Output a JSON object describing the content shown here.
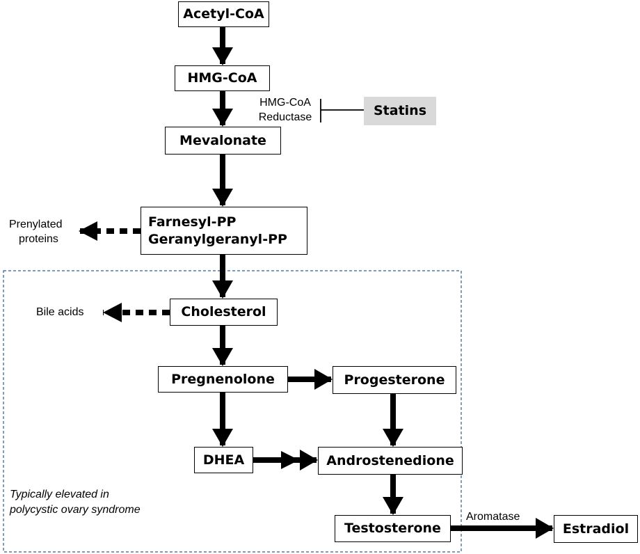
{
  "nodes": {
    "acetyl_coa": "Acetyl-CoA",
    "hmg_coa": "HMG-CoA",
    "mevalonate": "Mevalonate",
    "farnesyl_pp": "Farnesyl-PP",
    "geranylgeranyl_pp": "Geranylgeranyl-PP",
    "cholesterol": "Cholesterol",
    "pregnenolone": "Pregnenolone",
    "progesterone": "Progesterone",
    "dhea": "DHEA",
    "androstenedione": "Androstenedione",
    "testosterone": "Testosterone",
    "estradiol": "Estradiol",
    "statins": "Statins"
  },
  "labels": {
    "enzyme_line1": "HMG-CoA",
    "enzyme_line2": "Reductase",
    "prenylated_line1": "Prenylated",
    "prenylated_line2": "proteins",
    "bile_acids": "Bile acids",
    "aromatase": "Aromatase"
  },
  "region_note": {
    "line1": "Typically elevated in",
    "line2": "polycystic ovary syndrome"
  }
}
